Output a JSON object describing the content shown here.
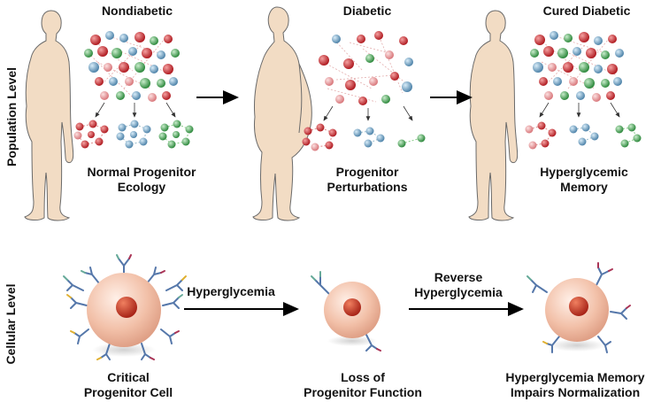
{
  "population": {
    "row_label": "Population Level",
    "panels": [
      {
        "title": "Nondiabetic",
        "caption_line1": "Normal Progenitor",
        "caption_line2": "Ecology"
      },
      {
        "title": "Diabetic",
        "caption_line1": "Progenitor",
        "caption_line2": "Perturbations"
      },
      {
        "title": "Cured Diabetic",
        "caption_line1": "Hyperglycemic",
        "caption_line2": "Memory"
      }
    ]
  },
  "cellular": {
    "row_label": "Cellular Level",
    "cells": [
      {
        "caption_line1": "Critical",
        "caption_line2": "Progenitor Cell"
      },
      {
        "caption_line1": "Loss of",
        "caption_line2": "Progenitor Function"
      },
      {
        "caption_line1": "Hyperglycemia Memory",
        "caption_line2": "Impairs Normalization"
      }
    ],
    "arrows": [
      {
        "label_line1": "Hyperglycemia",
        "label_line2": ""
      },
      {
        "label_line1": "Reverse",
        "label_line2": "Hyperglycemia"
      }
    ]
  },
  "colors": {
    "skin": "#f2dcc4",
    "outline": "#555555",
    "red_node": "#c8242b",
    "pink_node": "#e89a9c",
    "blue_node": "#6a98b8",
    "green_node": "#4aa055",
    "cell_body": "#f2b8a2",
    "nucleus": "#c0352a"
  }
}
